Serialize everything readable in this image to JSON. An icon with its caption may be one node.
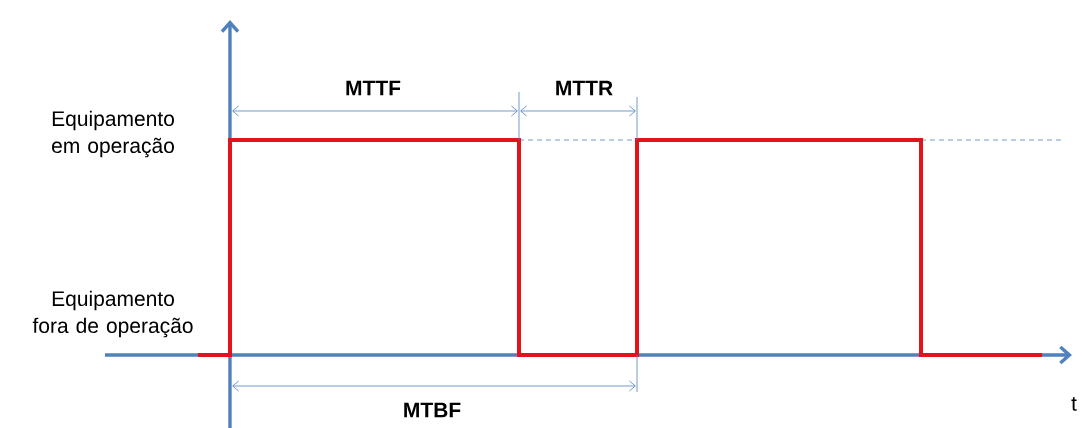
{
  "diagram": {
    "labels": [
      "MTTF",
      "MTTR",
      "Equipamento em operação",
      "Equipamento fora de operação",
      "MTBF",
      "t"
    ]
  }
}
